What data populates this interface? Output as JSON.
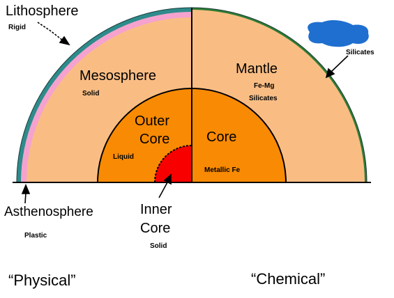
{
  "labels": {
    "lithosphere": "Lithosphere",
    "rigid": "Rigid",
    "mesosphere": "Mesosphere",
    "mesosphere_state": "Solid",
    "outer_core_line1": "Outer",
    "outer_core_line2": "Core",
    "liquid": "Liquid",
    "asthenosphere": "Asthenosphere",
    "plastic": "Plastic",
    "inner_core_line1": "Inner",
    "inner_core_line2": "Core",
    "inner_core_state": "Solid",
    "mantle": "Mantle",
    "mantle_composition_line1": "Fe-Mg",
    "mantle_composition_line2": "Silicates",
    "silicates": "Silicates",
    "core": "Core",
    "core_composition": "Metallic Fe"
  },
  "captions": {
    "physical": "“Physical”",
    "chemical": "“Chemical”"
  },
  "colors": {
    "mantle": "#F9BD84",
    "outer_core": "#F98A03",
    "inner_core": "#F90000",
    "asthenosphere": "#F5A2CF",
    "lithosphere_crust": "#2E8B8B",
    "oceanic_crust": "#2E7D32",
    "ocean_blob": "#1F6FD0",
    "outline": "#000000"
  }
}
